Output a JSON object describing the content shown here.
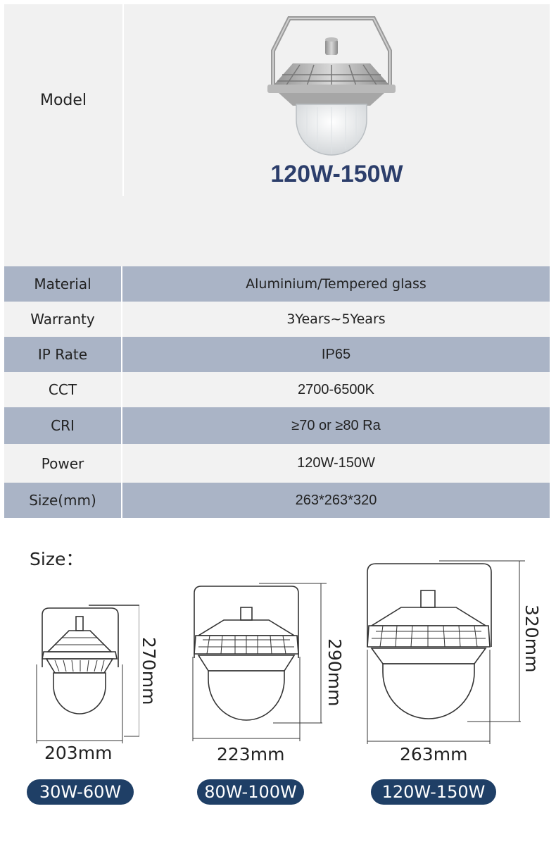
{
  "model": {
    "label": "Model",
    "name": "120W-150W"
  },
  "specs": [
    {
      "label": "Material",
      "value": "Aluminium/Tempered glass"
    },
    {
      "label": "Warranty",
      "value": "3Years~5Years"
    },
    {
      "label": "IP Rate",
      "value": "IP65"
    },
    {
      "label": "CCT",
      "value": "2700-6500K"
    },
    {
      "label": "CRI",
      "value": "≥70 or ≥80 Ra"
    },
    {
      "label": "Power",
      "value": "120W-150W"
    },
    {
      "label": "Size(mm)",
      "value": "263*263*320"
    }
  ],
  "size_section": {
    "title": "Size：",
    "variants": [
      {
        "width_label": "203mm",
        "height_label": "270mm",
        "power_label": "30W-60W"
      },
      {
        "width_label": "223mm",
        "height_label": "290mm",
        "power_label": "80W-100W"
      },
      {
        "width_label": "263mm",
        "height_label": "320mm",
        "power_label": "120W-150W"
      }
    ]
  },
  "colors": {
    "table_dark_row": "#aab4c6",
    "table_light_row": "#f2f2f2",
    "badge_bg": "#1f3f66",
    "model_title": "#2c3e6b"
  }
}
